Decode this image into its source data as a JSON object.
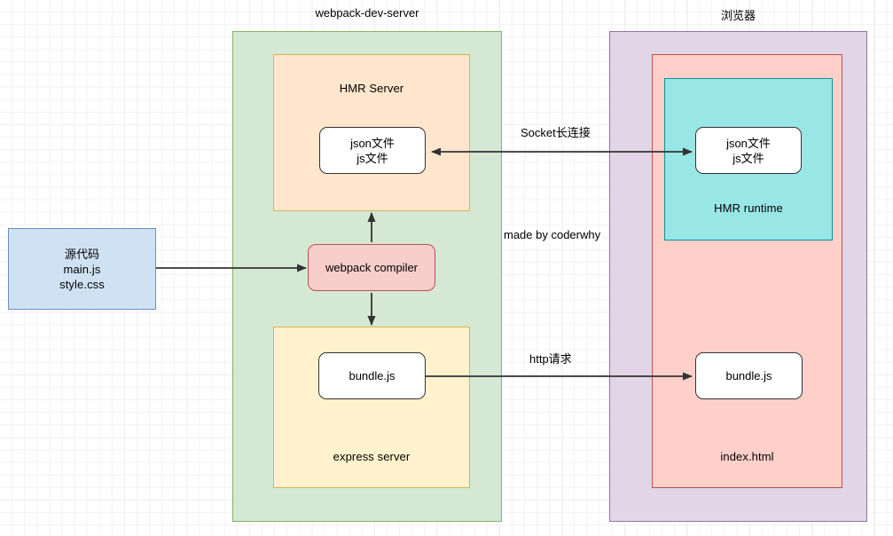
{
  "diagram": {
    "title_left": "webpack-dev-server",
    "title_right": "浏览器",
    "watermark": "made by coderwhy"
  },
  "groups": {
    "dev_server": {
      "caption": "webpack-dev-server"
    },
    "hmr_server": {
      "label": "HMR Server"
    },
    "express_server": {
      "label": "express server"
    },
    "browser": {
      "caption": "浏览器"
    },
    "index_html": {
      "label": "index.html"
    },
    "hmr_runtime": {
      "label": "HMR runtime"
    }
  },
  "nodes": {
    "source_code": {
      "label": "源代码\nmain.js\nstyle.css"
    },
    "webpack_compiler": {
      "label": "webpack compiler"
    },
    "server_files": {
      "label": "json文件\njs文件"
    },
    "client_files": {
      "label": "json文件\njs文件"
    },
    "bundle_server": {
      "label": "bundle.js"
    },
    "bundle_browser": {
      "label": "bundle.js"
    }
  },
  "edges": {
    "socket": {
      "label": "Socket长连接"
    },
    "http": {
      "label": "http请求"
    }
  },
  "colors": {
    "green_fill": "#d5e8d4",
    "green_stroke": "#82b366",
    "orange_fill": "#ffe6cc",
    "orange_stroke": "#d6b656",
    "yellow_fill": "#fff2cc",
    "purple_fill": "#e1d5e7",
    "purple_stroke": "#9673a6",
    "pink_fill": "#ffcfc9",
    "pink_stroke": "#b85450",
    "cyan_fill": "#99e6e6",
    "cyan_stroke": "#10939e",
    "blue_fill": "#cfe2f3",
    "blue_stroke": "#6c8ebf",
    "red_fill": "#f8cecc",
    "arrow_stroke": "#333333"
  }
}
